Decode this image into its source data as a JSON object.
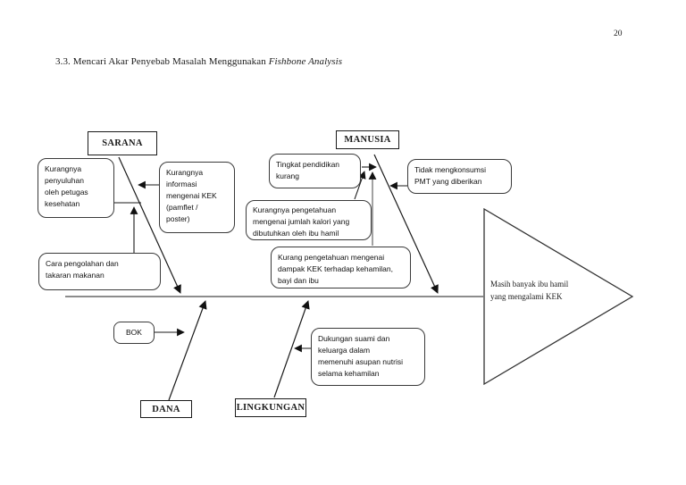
{
  "page": {
    "number": "20",
    "heading_prefix": "3.3. Mencari Akar Penyebab Masalah Menggunakan ",
    "heading_italic": "Fishbone Analysis"
  },
  "diagram": {
    "type": "fishbone",
    "categories": {
      "sarana": "SARANA",
      "manusia": "MANUSIA",
      "dana": "DANA",
      "lingkungan": "LINGKUNGAN"
    },
    "causes": {
      "penyuluhan": "Kurangnya\npenyuluhan\noleh petugas\nkesehatan",
      "informasi": "Kurangnya\ninformasi\nmengenai KEK\n(pamflet /\nposter)",
      "pendidikan": "Tingkat pendidikan\nkurang",
      "pmt": "Tidak mengkonsumsi\nPMT yang diberikan",
      "kalori": "Kurangnya pengetahuan\nmengenai jumlah kalori yang\ndibutuhkan oleh ibu hamil",
      "dampak": "Kurang pengetahuan mengenai\ndampak KEK terhadap kehamilan,\nbayi dan ibu",
      "pengolahan": "Cara pengolahan dan\ntakaran makanan",
      "bok": "BOK",
      "dukungan": "Dukungan suami dan\nkeluarga dalam\nmemenuhi asupan nutrisi\nselama kehamilan"
    },
    "effect": "Masih banyak ibu hamil\nyang mengalami KEK",
    "colors": {
      "line": "#1a1a1a",
      "spine": "#8c8c8c",
      "box_border": "#3a3a3a"
    }
  }
}
